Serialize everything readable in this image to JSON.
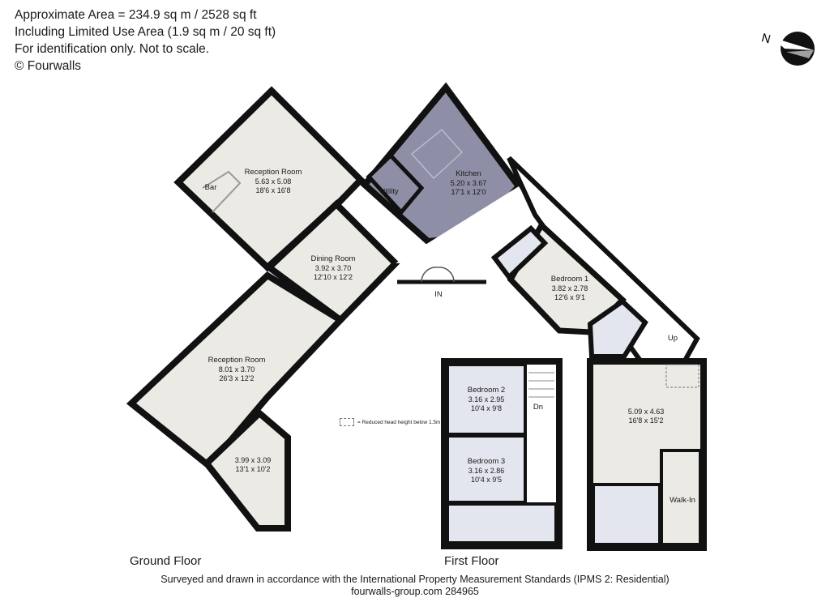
{
  "header": {
    "line1": "Approximate Area = 234.9 sq m / 2528 sq ft",
    "line2": "Including Limited Use Area (1.9 sq m / 20 sq ft)",
    "line3": "For identification only. Not to scale.",
    "line4": "© Fourwalls"
  },
  "compass": {
    "label": "N",
    "icon": "compass-icon"
  },
  "ground_floor": {
    "label": "Ground Floor",
    "reception_room_1": {
      "name": "Reception Room",
      "metric": "5.63 x 5.08",
      "imperial": "18'6 x 16'8"
    },
    "bar": {
      "name": "Bar"
    },
    "kitchen": {
      "name": "Kitchen",
      "metric": "5.20 x 3.67",
      "imperial": "17'1 x 12'0"
    },
    "utility": {
      "name": "Utility"
    },
    "dining_room": {
      "name": "Dining Room",
      "metric": "3.92 x 3.70",
      "imperial": "12'10 x 12'2"
    },
    "reception_room_2": {
      "name": "Reception Room",
      "metric": "8.01 x 3.70",
      "imperial": "26'3 x 12'2"
    },
    "room_small": {
      "metric": "3.99 x 3.09",
      "imperial": "13'1 x 10'2"
    },
    "bedroom_1": {
      "name": "Bedroom 1",
      "metric": "3.82 x 2.78",
      "imperial": "12'6 x 9'1"
    },
    "entrance": {
      "label": "IN"
    },
    "stairs_up": {
      "label": "Up"
    }
  },
  "first_floor": {
    "label": "First Floor",
    "bedroom_2": {
      "name": "Bedroom 2",
      "metric": "3.16 x 2.95",
      "imperial": "10'4 x 9'8"
    },
    "bedroom_3": {
      "name": "Bedroom 3",
      "metric": "3.16 x 2.86",
      "imperial": "10'4 x 9'5"
    },
    "stairs_down": {
      "label": "Dn"
    }
  },
  "annex": {
    "main_room": {
      "metric": "5.09 x 4.63",
      "imperial": "16'8 x 15'2"
    },
    "walk_in": {
      "name": "Walk-In"
    }
  },
  "legend": {
    "text": "= Reduced head height below 1.5m"
  },
  "footer": {
    "line1": "Surveyed and drawn in accordance with the International Property Measurement Standards (IPMS 2: Residential)",
    "line2": "fourwalls-group.com 284965"
  },
  "colors": {
    "wall": "#111111",
    "room_fill": "#eceae4",
    "kitchen_fill": "#8e8ea6",
    "wet_fill": "#e4e6ef",
    "window": "#f4f4f4"
  }
}
